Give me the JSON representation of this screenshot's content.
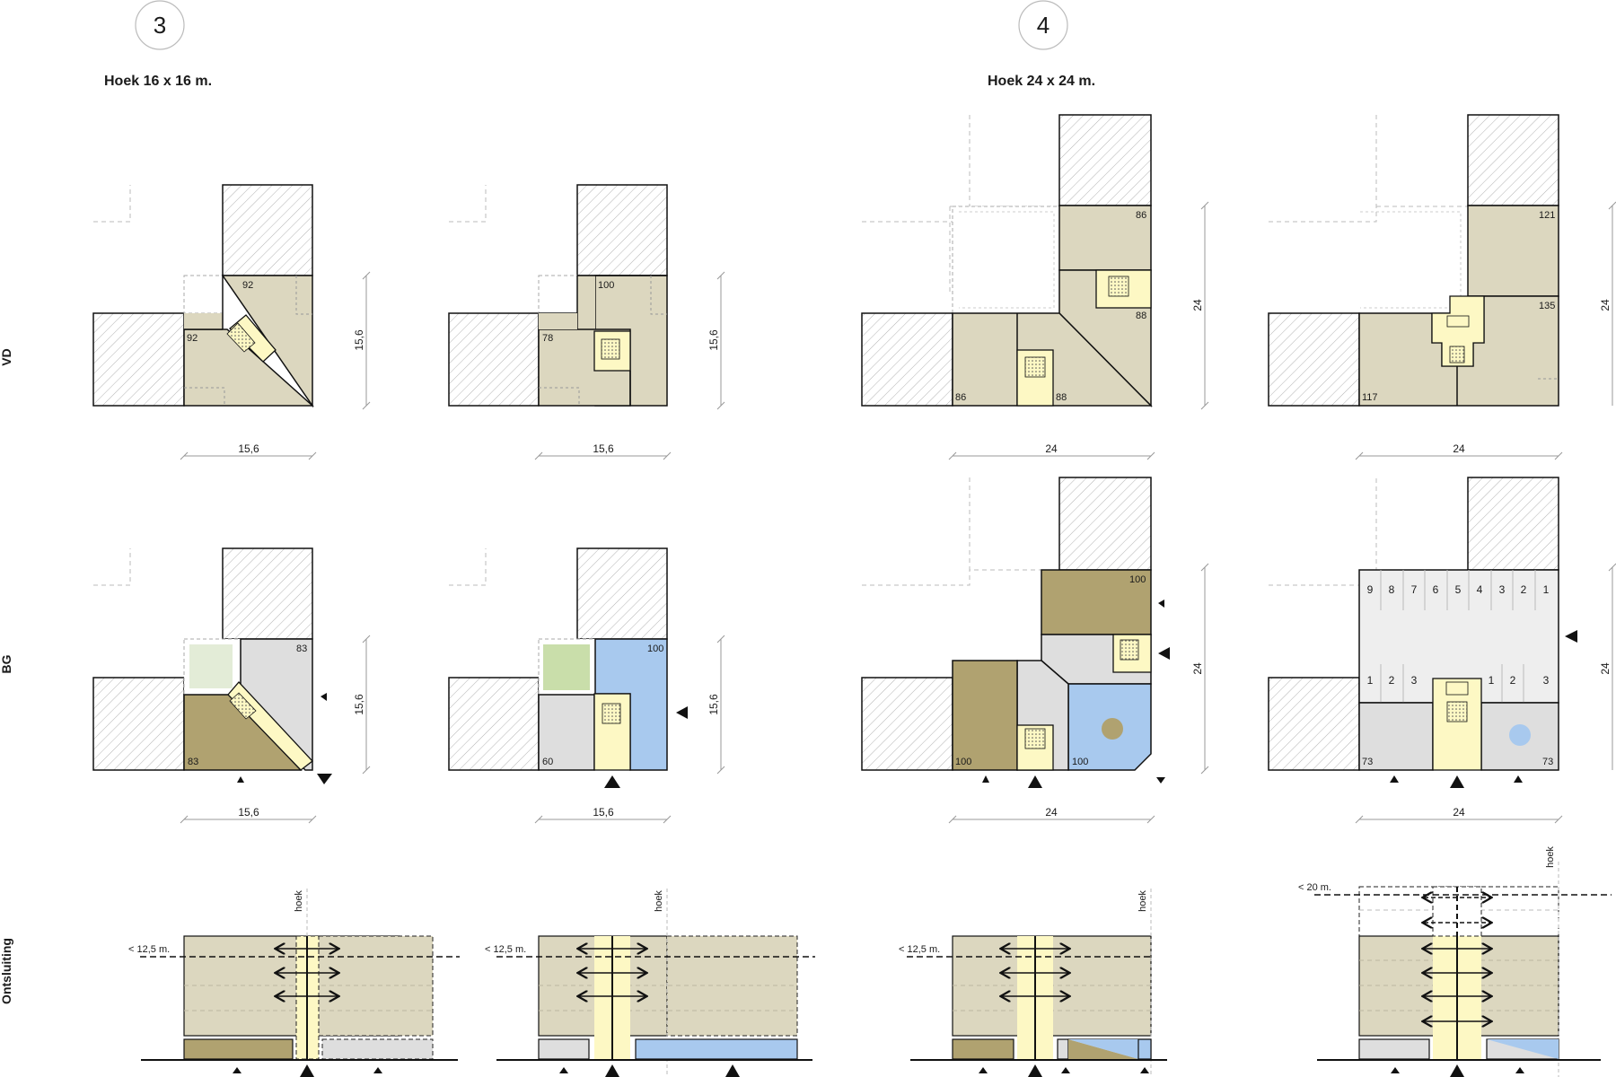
{
  "header": {
    "section_a": {
      "number": "3",
      "title": "Hoek 16 x 16 m."
    },
    "section_b": {
      "number": "4",
      "title": "Hoek 24 x 24 m."
    }
  },
  "rows": {
    "vd": "VD",
    "bg": "BG",
    "ontsluiting": "Ontsluiting"
  },
  "dimensions": {
    "small": "15,6",
    "large": "24"
  },
  "plans": {
    "vd1": {
      "num_a": "92",
      "num_b": "92"
    },
    "vd2": {
      "num_a": "100",
      "num_b": "78"
    },
    "vd3": {
      "num_a": "86",
      "num_b": "88",
      "num_c": "86",
      "num_d": "88"
    },
    "vd4": {
      "num_a": "121",
      "num_b": "135",
      "num_c": "117"
    },
    "bg1": {
      "num_a": "83",
      "num_b": "83"
    },
    "bg2": {
      "num_a": "100",
      "num_b": "60"
    },
    "bg3": {
      "num_a": "100",
      "num_b": "100",
      "num_c": "100"
    },
    "bg4": {
      "num_a": "73",
      "num_b": "73",
      "parking_top": [
        "9",
        "8",
        "7",
        "6",
        "5",
        "4",
        "3",
        "2",
        "1"
      ],
      "parking_left": [
        "1",
        "2",
        "3"
      ],
      "parking_right": [
        "1",
        "2",
        "3"
      ]
    }
  },
  "sections": {
    "hoek_label": "hoek",
    "limit_1": "< 12,5 m.",
    "limit_2": "< 12,5 m.",
    "limit_3": "< 12,5 m.",
    "limit_4": "< 20 m."
  },
  "colors": {
    "beige": "#dcd7bf",
    "olive": "#b0a270",
    "light_gray": "#dedede",
    "blue": "#a8c9ee",
    "yellow": "#fdf8c4",
    "green": "#c9deaa",
    "pale_green": "#e3ecd7",
    "parking_gray": "#eeeeee"
  }
}
